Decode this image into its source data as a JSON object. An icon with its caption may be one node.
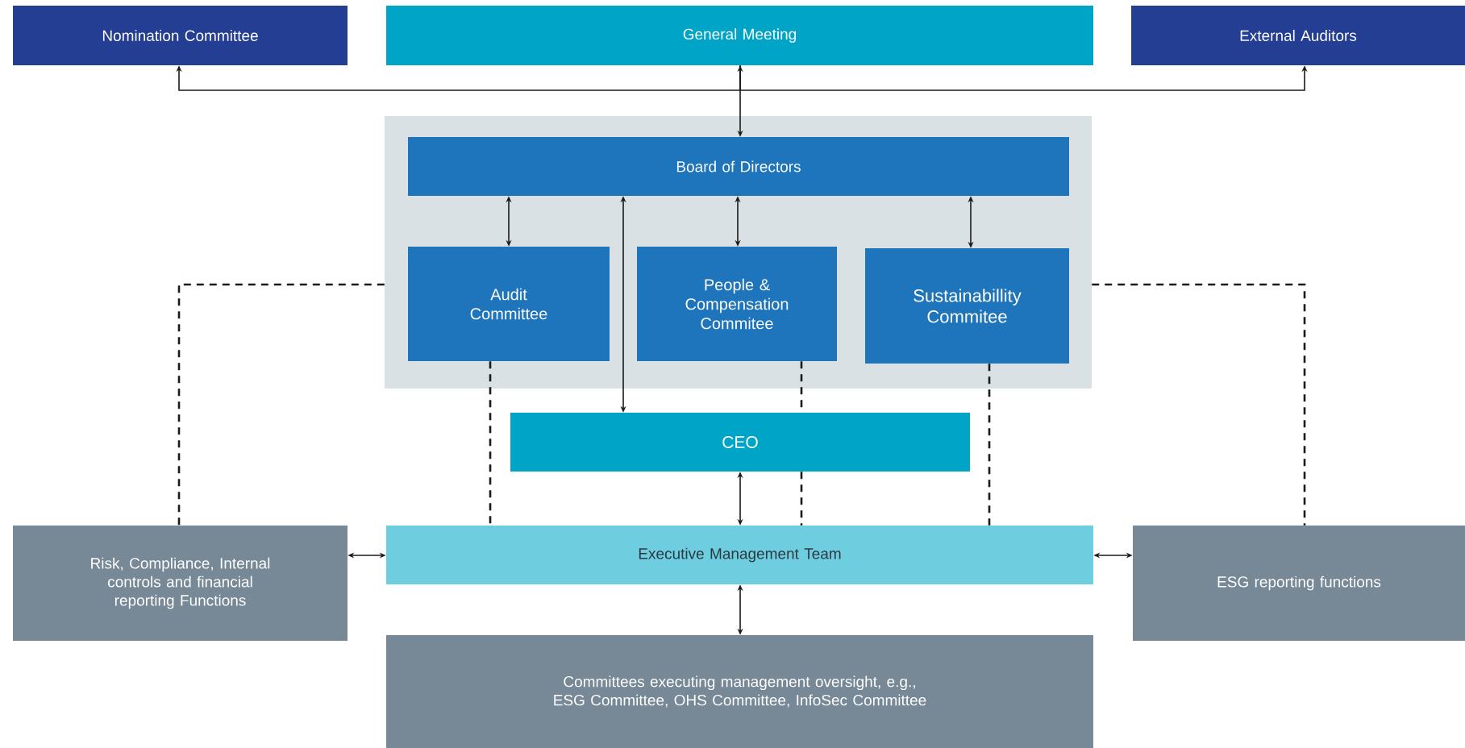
{
  "diagram": {
    "nodes": [
      {
        "text": [
          "Nomination Committee"
        ]
      },
      {
        "text": [
          "General Meeting"
        ]
      },
      {
        "text": [
          "External Auditors"
        ]
      },
      {
        "text": [],
        "shape": "box"
      },
      {
        "text": [
          "Board of Directors"
        ],
        "in": 3
      },
      {
        "text": [
          "Audit Committee"
        ],
        "in": 3
      },
      {
        "text": [
          "People & Compensation Commitee"
        ],
        "in": 3
      },
      {
        "text": [
          "Sustainabillity Commitee"
        ],
        "in": 3
      },
      {
        "text": [
          "CEO"
        ]
      },
      {
        "text": [
          "Executive Management Team"
        ]
      },
      {
        "text": [
          "Risk, Compliance, Internal controls and financial reporting Functions"
        ]
      },
      {
        "text": [
          "ESG reporting functions"
        ]
      },
      {
        "text": [
          "Committees executing management oversight, e.g., ESG Committee, OHS Committee, InfoSec Committee"
        ]
      }
    ],
    "edges": [
      {
        "from": 4,
        "to": 1,
        "arrow": "both"
      },
      {
        "from": 1,
        "to": 0,
        "arrow": "to"
      },
      {
        "from": 1,
        "to": 2,
        "arrow": "to"
      },
      {
        "from": 4,
        "to": 5,
        "arrow": "both"
      },
      {
        "from": 4,
        "to": 6,
        "arrow": "both"
      },
      {
        "from": 4,
        "to": 7,
        "arrow": "both"
      },
      {
        "from": 4,
        "to": 8,
        "arrow": "both"
      },
      {
        "from": 8,
        "to": 9,
        "arrow": "both"
      },
      {
        "from": 10,
        "to": 9,
        "arrow": "both"
      },
      {
        "from": 9,
        "to": 11,
        "arrow": "both"
      },
      {
        "from": 9,
        "to": 12,
        "arrow": "both"
      },
      {
        "from": 5,
        "to": 9,
        "arrow": "none",
        "style": "dashed"
      },
      {
        "from": 6,
        "to": 8,
        "arrow": "none",
        "style": "dashed"
      },
      {
        "from": 8,
        "to": 9,
        "arrow": "none",
        "style": "dashed"
      },
      {
        "from": 7,
        "to": 9,
        "arrow": "none",
        "style": "dashed"
      },
      {
        "from": 3,
        "to": 10,
        "arrow": "none",
        "style": "dashed"
      },
      {
        "from": 3,
        "to": 11,
        "arrow": "none",
        "style": "dashed"
      }
    ]
  }
}
